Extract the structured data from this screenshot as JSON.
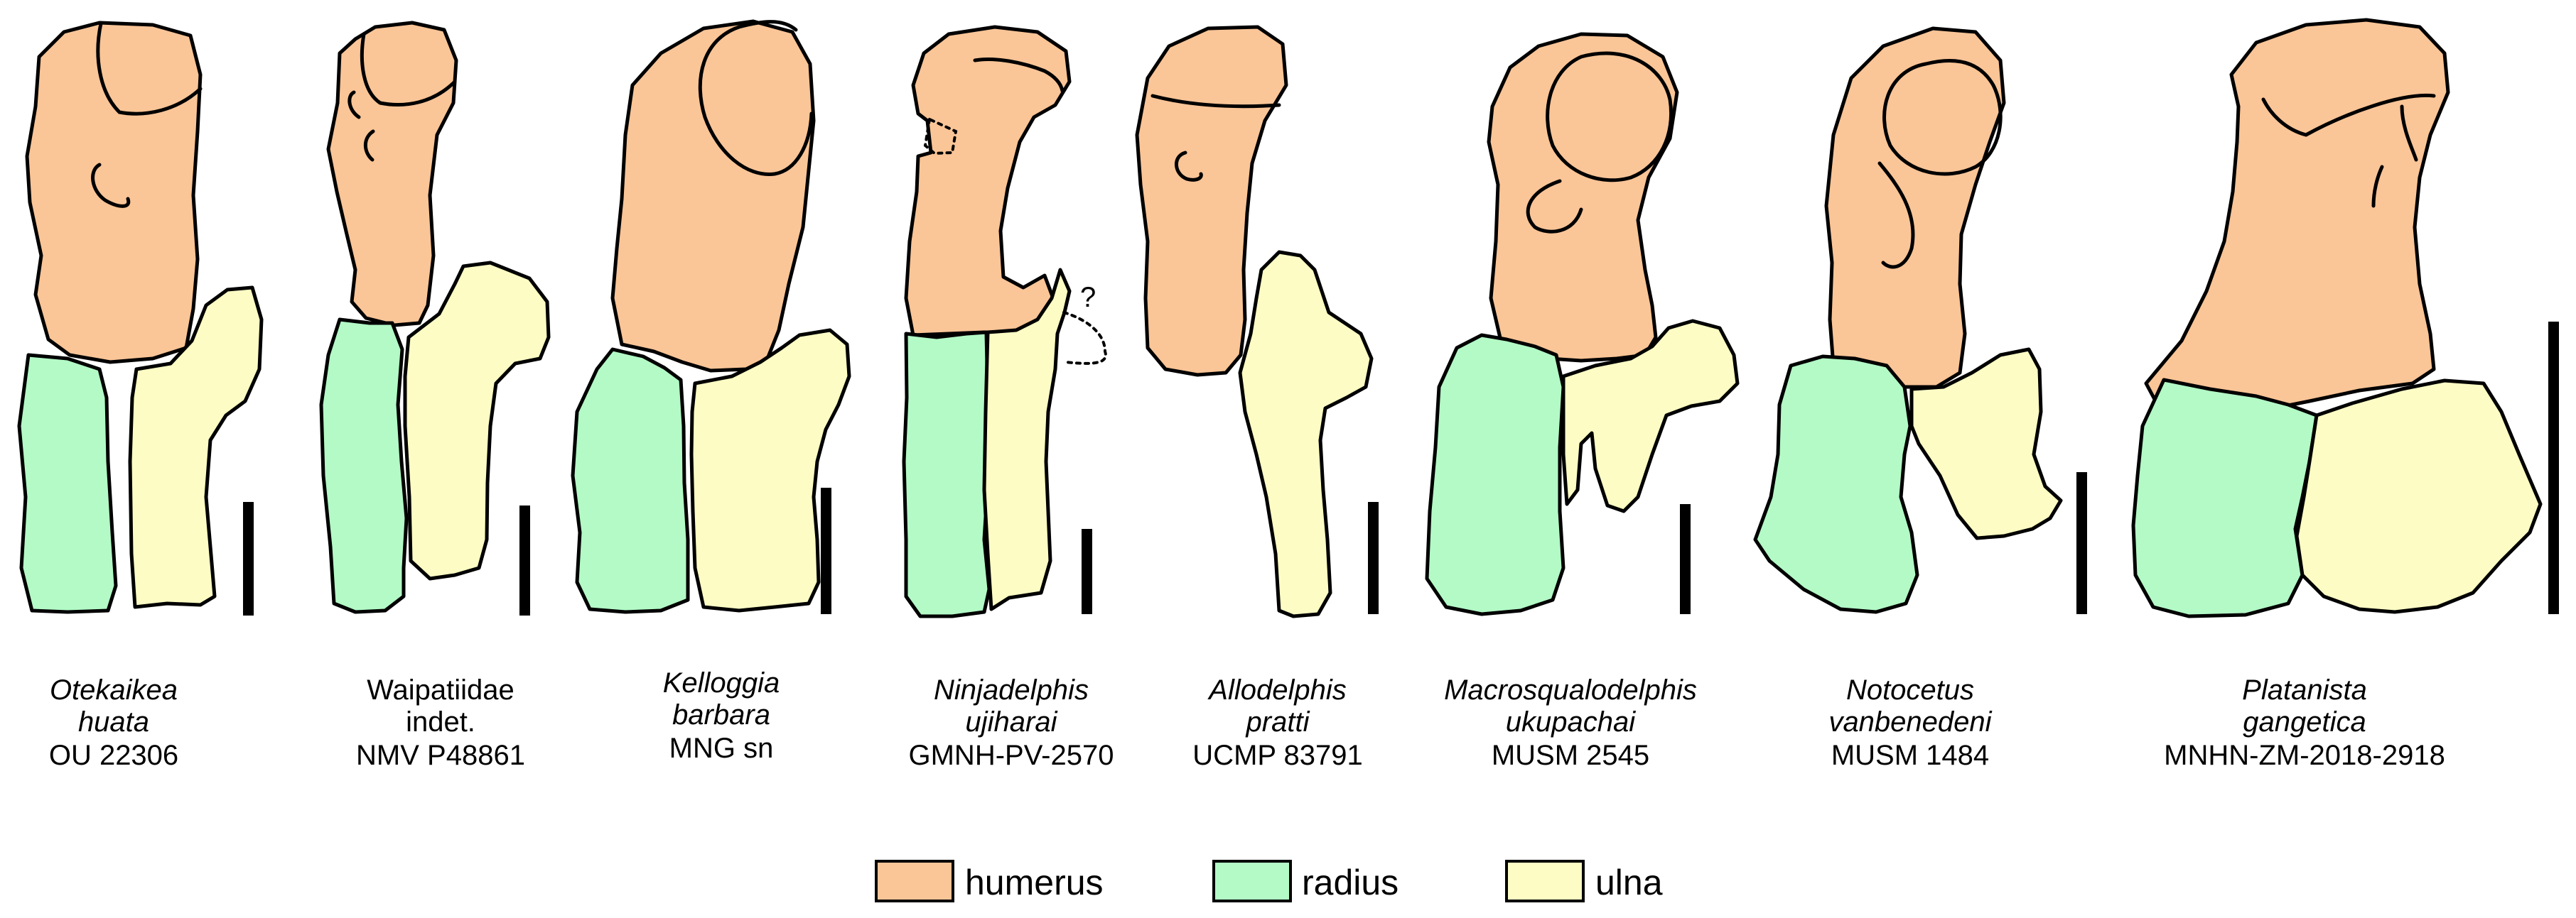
{
  "specimens": [
    {
      "genus": "Otekaikea",
      "species": "huata",
      "specimen": "OU 22306"
    },
    {
      "genus": "Waipatiidae",
      "species": "indet.",
      "specimen": "NMV P48861"
    },
    {
      "genus": "Kelloggia",
      "species": "barbara",
      "specimen": "MNG sn"
    },
    {
      "genus": "Ninjadelphis",
      "species": "ujiharai",
      "specimen": "GMNH-PV-2570"
    },
    {
      "genus": "Allodelphis",
      "species": "pratti",
      "specimen": "UCMP 83791"
    },
    {
      "genus": "Macrosqualodelphis",
      "species": "ukupachai",
      "specimen": "MUSM 2545"
    },
    {
      "genus": "Notocetus",
      "species": "vanbenedeni",
      "specimen": "MUSM 1484"
    },
    {
      "genus": "Platanista",
      "species": "gangetica",
      "specimen": "MNHN-ZM-2018-2918"
    }
  ],
  "uncertain_mark": "?",
  "legend": [
    {
      "label": "humerus",
      "color": "#FAC597"
    },
    {
      "label": "radius",
      "color": "#B3FAC6"
    },
    {
      "label": "ulna",
      "color": "#FCFCC4"
    }
  ]
}
